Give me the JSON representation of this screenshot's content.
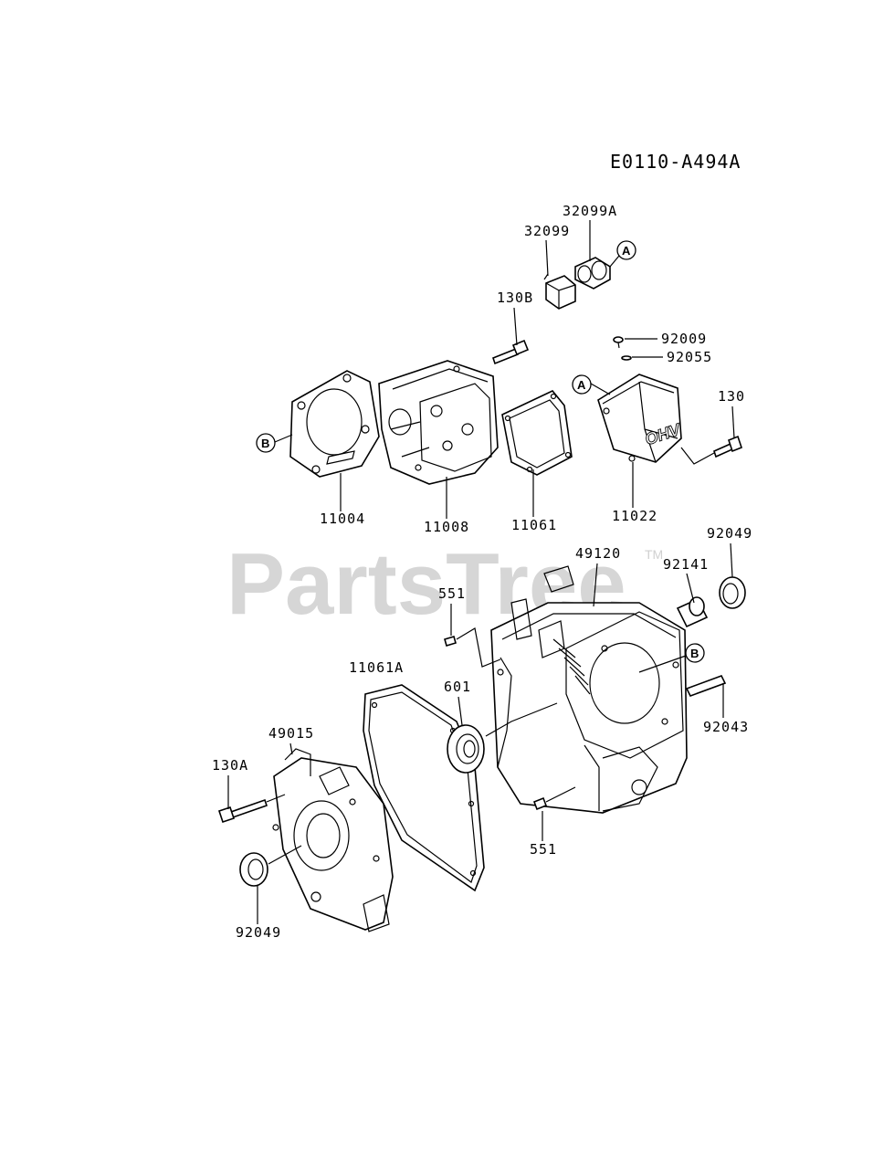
{
  "diagram_code": "E0110-A494A",
  "watermark": "PartsTree",
  "watermark_tm": "TM",
  "callouts": {
    "p32099A": "32099A",
    "p32099": "32099",
    "p130B": "130B",
    "p92009": "92009",
    "p92055": "92055",
    "p130": "130",
    "p11004": "11004",
    "p11008": "11008",
    "p11061": "11061",
    "p11022": "11022",
    "p49120": "49120",
    "p92049_top": "92049",
    "p92141": "92141",
    "p551_top": "551",
    "p11061A": "11061A",
    "p601": "601",
    "p92043": "92043",
    "p49015": "49015",
    "p130A": "130A",
    "p551_bottom": "551",
    "p92049_bottom": "92049"
  },
  "refs": {
    "a_top": "A",
    "a_cover": "A",
    "b_gasket": "B",
    "b_cylinder": "B"
  }
}
